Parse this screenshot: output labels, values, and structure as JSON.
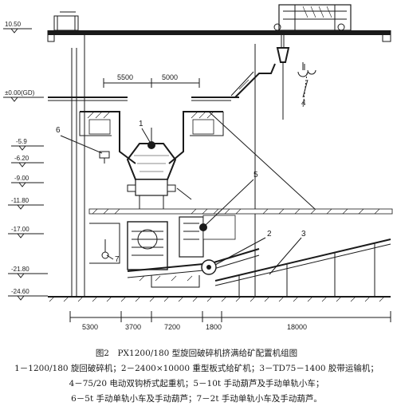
{
  "levels": [
    "10.50",
    "±0.00(GD)",
    "-5.9",
    "-6.20",
    "-9.00",
    "-11.80",
    "-17.00",
    "-21.80",
    "-24.60"
  ],
  "top_dims": [
    "5500",
    "5000"
  ],
  "bottom_dims": [
    "5300",
    "3700",
    "7200",
    "1800",
    "18000"
  ],
  "callouts": [
    "1",
    "2",
    "3",
    "4",
    "5",
    "6",
    "7"
  ],
  "caption": {
    "title": "图2　PX1200/180 型旋回破碎机挤满给矿配置机组图",
    "line1": "1－1200/180 旋回破碎机；2－2400×10000 重型板式给矿机；3－TD75－1400 胶带运输机；",
    "line2": "4－75/20 电动双钩桥式起重机；5－10t 手动葫芦及手动单轨小车；",
    "line3": "6－5t 手动单轨小车及手动葫芦；7－2t 手动单轨小车及手动葫芦。"
  }
}
